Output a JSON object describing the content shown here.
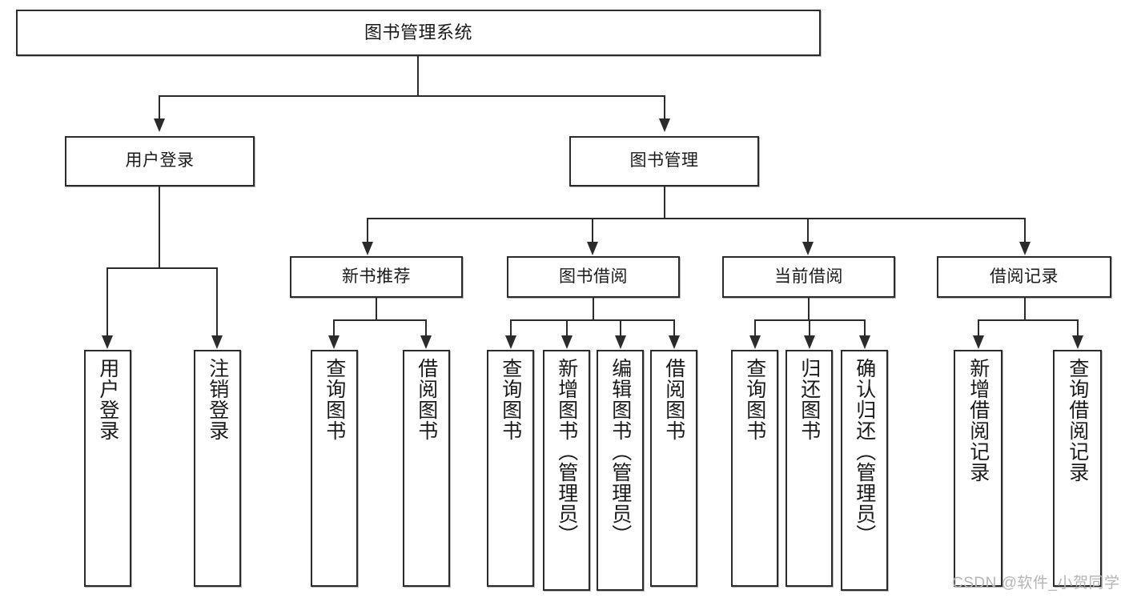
{
  "diagram": {
    "title": "图书管理系统",
    "type": "hierarchical-tree",
    "root": {
      "label": "图书管理系统"
    },
    "level1": [
      {
        "label": "用户登录"
      },
      {
        "label": "图书管理"
      }
    ],
    "level2": [
      {
        "label": "新书推荐"
      },
      {
        "label": "图书借阅"
      },
      {
        "label": "当前借阅"
      },
      {
        "label": "借阅记录"
      }
    ],
    "leaves": {
      "user_login": [
        {
          "label": "用户登录"
        },
        {
          "label": "注销登录"
        }
      ],
      "new_book_recommend": [
        {
          "label": "查询图书"
        },
        {
          "label": "借阅图书"
        }
      ],
      "book_borrow": [
        {
          "label": "查询图书"
        },
        {
          "label": "新增图书（管理员）"
        },
        {
          "label": "编辑图书（管理员）"
        },
        {
          "label": "借阅图书"
        }
      ],
      "current_borrow": [
        {
          "label": "查询图书"
        },
        {
          "label": "归还图书"
        },
        {
          "label": "确认归还（管理员）"
        }
      ],
      "borrow_record": [
        {
          "label": "新增借阅记录"
        },
        {
          "label": "查询借阅记录"
        }
      ]
    }
  },
  "watermark": {
    "text": "CSDN @软件_小贺同学"
  },
  "colors": {
    "stroke": "#2b2b2b",
    "fill": "#ffffff",
    "text": "#1a1a1a",
    "watermark": "#b5b5b5"
  }
}
